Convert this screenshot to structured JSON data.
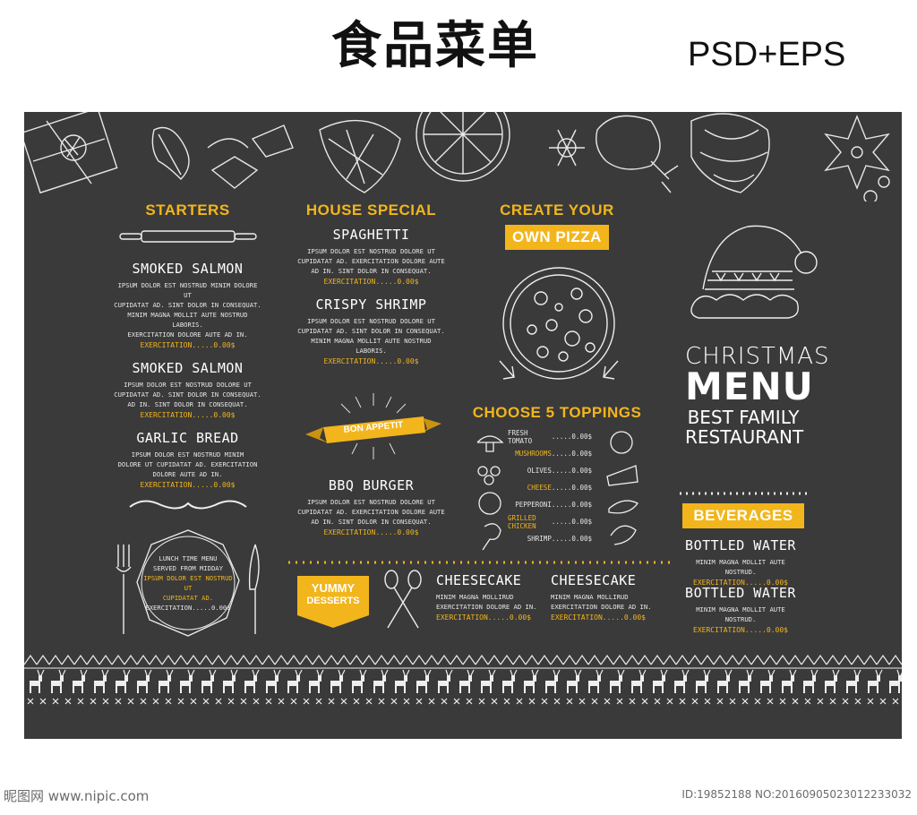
{
  "header": {
    "title": "食品菜单",
    "format": "PSD+EPS"
  },
  "starters": {
    "heading": "STARTERS",
    "items": [
      {
        "title": "SMOKED SALMON",
        "desc": [
          "Ipsum dolor est nostrud minim dolore ut",
          "cupidatat ad. Sint dolor in consequat.",
          "Minim magna mollit aute nostrud laboris.",
          "Exercitation dolore aute ad in."
        ],
        "price": "Exercitation.....0.00$"
      },
      {
        "title": "SMOKED SALMON",
        "desc": [
          "Ipsum dolor est nostrud  dolore ut",
          "cupidatat ad. Sint dolor in consequat.",
          "ad in. Sint dolor in consequat."
        ],
        "price": "Exercitation.....0.00$"
      },
      {
        "title": "GARLIC BREAD",
        "desc": [
          "Ipsum dolor est nostrud minim",
          "dolore ut cupidatat ad. Exercitation",
          "dolore aute ad in."
        ],
        "price": "Exercitation.....0.00$"
      }
    ]
  },
  "lunch_card": {
    "lines": [
      "Lunch time menu",
      "served from midday"
    ],
    "hl": [
      "Ipsum dolor est nostrud ut",
      "cupidatat ad."
    ],
    "price": "Exercitation.....0.00$"
  },
  "house": {
    "heading": "HOUSE SPECIAL",
    "items": [
      {
        "title": "SPAGHETTI",
        "desc": [
          "Ipsum dolor est nostrud  dolore ut",
          "cupidatat ad. Exercitation dolore aute",
          "ad in. Sint dolor in consequat."
        ],
        "price": "Exercitation.....0.00$"
      },
      {
        "title": "CRISPY SHRIMP",
        "desc": [
          "Ipsum dolor est nostrud dolore ut",
          "cupidatat ad. Sint dolor in consequat.",
          "Minim magna mollit aute nostrud laboris."
        ],
        "price": "Exercitation.....0.00$"
      },
      {
        "title": "BBQ BURGER",
        "desc": [
          "Ipsum dolor est nostrud dolore ut",
          "cupidatat ad. Exercitation dolore aute",
          "ad in. Sint dolor in consequat."
        ],
        "price": "Exercitation.....0.00$"
      }
    ],
    "banner": "BON APPETIT"
  },
  "pizza": {
    "heading1": "CREATE YOUR",
    "heading2": "OWN PIZZA",
    "toppings_heading": "CHOOSE 5 TOPPINGS",
    "toppings": [
      {
        "name": "Fresh tomato",
        "price": ".....0.00$",
        "hl": false
      },
      {
        "name": "Mushrooms",
        "price": ".....0.00$",
        "hl": true
      },
      {
        "name": "Olives",
        "price": ".....0.00$",
        "hl": false
      },
      {
        "name": "Cheese",
        "price": ".....0.00$",
        "hl": true
      },
      {
        "name": "Pepperoni",
        "price": ".....0.00$",
        "hl": false
      },
      {
        "name": "Grilled chicken",
        "price": ".....0.00$",
        "hl": true
      },
      {
        "name": "Shrimp",
        "price": ".....0.00$",
        "hl": false
      }
    ]
  },
  "desserts": {
    "badge1": "YUMMY",
    "badge2": "DESSERTS",
    "items": [
      {
        "title": "CHEESECAKE",
        "desc": [
          "Minim magna mollirud",
          "Exercitation dolore ad in."
        ],
        "price": "Exercitation.....0.00$"
      },
      {
        "title": "CHEESECAKE",
        "desc": [
          "Minim magna mollirud",
          "Exercitation dolore ad in."
        ],
        "price": "Exercitation.....0.00$"
      }
    ]
  },
  "xmas": {
    "line1": "CHRISTMAS",
    "line2": "MENU",
    "line3": "BEST FAMILY",
    "line4": "RESTAURANT"
  },
  "beverages": {
    "heading": "BEVERAGES",
    "items": [
      {
        "title": "BOTTLED WATER",
        "desc": "Minim magna mollit aute nostrud.",
        "price": "Exercitation.....0.00$"
      },
      {
        "title": "BOTTLED WATER",
        "desc": "Minim magna mollit aute nostrud.",
        "price": "Exercitation.....0.00$"
      }
    ]
  },
  "watermark": {
    "left": "昵图网 www.nipic.com",
    "right": "ID:19852188 NO:20160905023012233032"
  },
  "colors": {
    "board": "#3a3a3a",
    "accent": "#f2b51c",
    "text": "#ffffff"
  }
}
